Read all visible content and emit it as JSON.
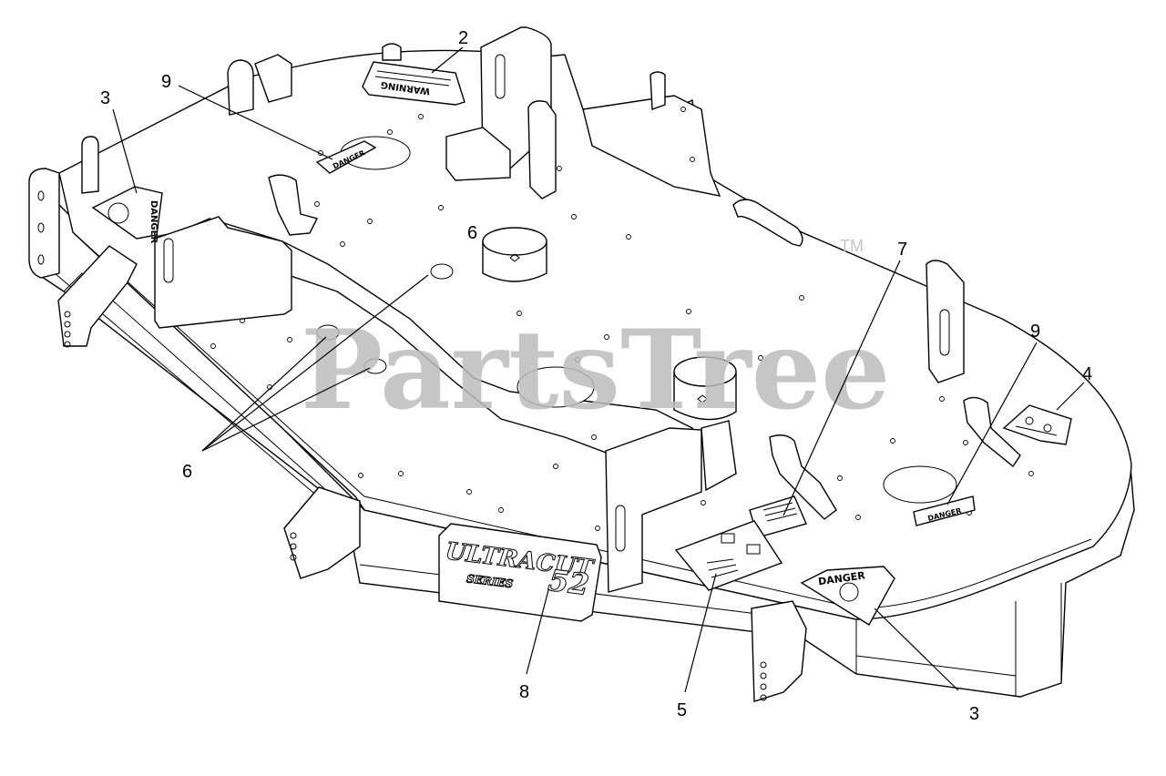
{
  "watermark": {
    "text": "PartsTree",
    "trademark": "TM"
  },
  "callouts": [
    {
      "id": "c2",
      "label": "2"
    },
    {
      "id": "c3a",
      "label": "3"
    },
    {
      "id": "c9a",
      "label": "9"
    },
    {
      "id": "c6a",
      "label": "6"
    },
    {
      "id": "c7",
      "label": "7"
    },
    {
      "id": "c9b",
      "label": "9"
    },
    {
      "id": "c4",
      "label": "4"
    },
    {
      "id": "c6b",
      "label": "6"
    },
    {
      "id": "c8",
      "label": "8"
    },
    {
      "id": "c5",
      "label": "5"
    },
    {
      "id": "c3b",
      "label": "3"
    }
  ],
  "decals": {
    "warning": "WARNING",
    "danger_left": "DANGER",
    "danger_right": "DANGER",
    "danger_strip_top": "DANGER",
    "danger_strip_right": "DANGER",
    "brand_main": "ULTRACUT",
    "brand_series": "SERIES",
    "brand_model": "52"
  }
}
